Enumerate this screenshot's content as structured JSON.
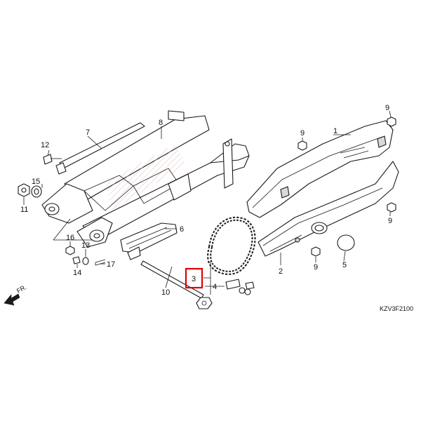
{
  "diagram_code": "KZV3F2100",
  "direction_label": "FR.",
  "highlight_color": "#e00000",
  "highlighted_callout": "3",
  "callouts": {
    "c1": "1",
    "c2": "2",
    "c3": "3",
    "c4": "4",
    "c5": "5",
    "c6": "6",
    "c7": "7",
    "c8": "8",
    "c9a": "9",
    "c9b": "9",
    "c9c": "9",
    "c9d": "9",
    "c10": "10",
    "c11": "11",
    "c12": "12",
    "c13": "13",
    "c14": "14",
    "c15": "15",
    "c16": "16",
    "c17": "17"
  }
}
